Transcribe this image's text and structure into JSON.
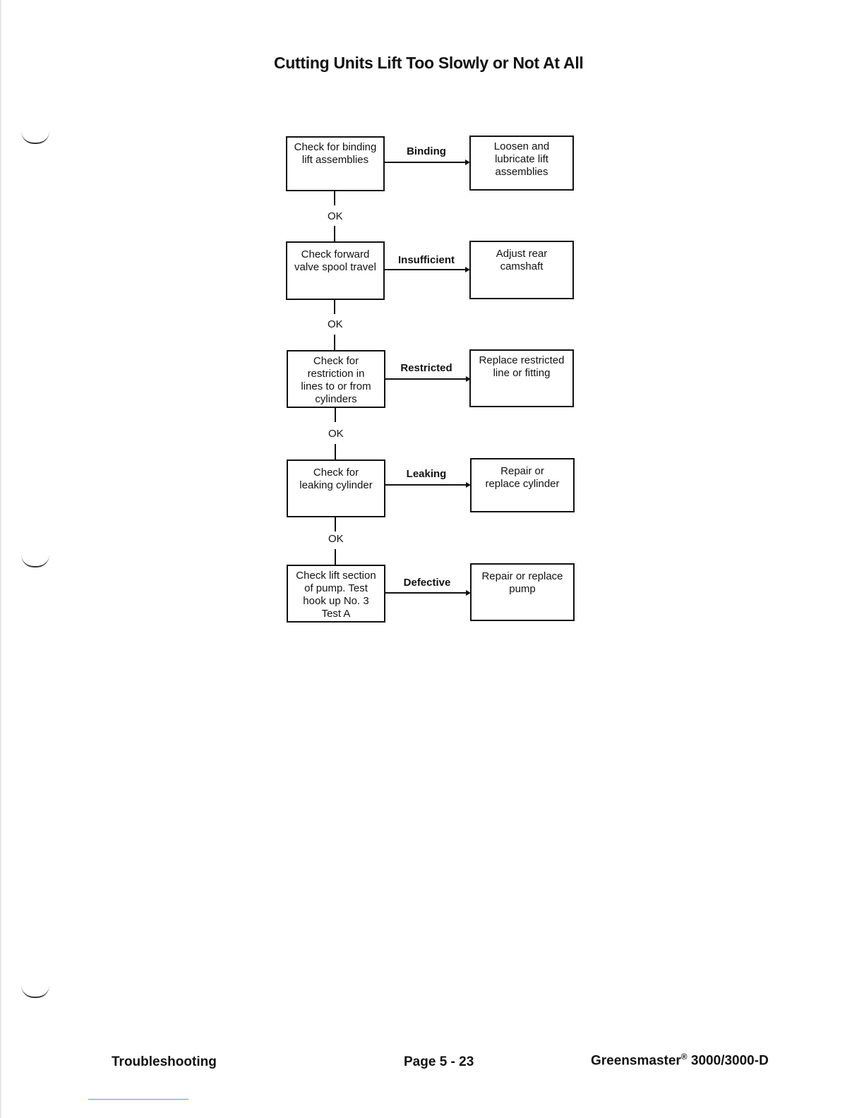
{
  "title": "Cutting Units Lift Too Slowly or Not At All",
  "flow": {
    "ok_label": "OK",
    "steps": [
      {
        "check": [
          "Check for binding",
          "lift assemblies"
        ],
        "condition": "Binding",
        "action": [
          "Loosen and",
          "lubricate lift",
          "assemblies"
        ]
      },
      {
        "check": [
          "Check forward",
          "valve spool travel"
        ],
        "condition": "Insufficient",
        "action": [
          "Adjust rear",
          "camshaft"
        ]
      },
      {
        "check": [
          "Check for",
          "restriction in",
          "lines to or from",
          "cylinders"
        ],
        "condition": "Restricted",
        "action": [
          "Replace restricted",
          "line or fitting"
        ]
      },
      {
        "check": [
          "Check for",
          "leaking cylinder"
        ],
        "condition": "Leaking",
        "action": [
          "Repair or",
          "replace cylinder"
        ]
      },
      {
        "check": [
          "Check lift section",
          "of pump. Test",
          "hook up No. 3",
          "Test A"
        ],
        "condition": "Defective",
        "action": [
          "Repair or replace",
          "pump"
        ]
      }
    ]
  },
  "footer": {
    "section": "Troubleshooting",
    "page": "Page 5 - 23",
    "product_name": "Greensmaster",
    "registered_mark": "®",
    "product_model": "3000/3000-D"
  }
}
